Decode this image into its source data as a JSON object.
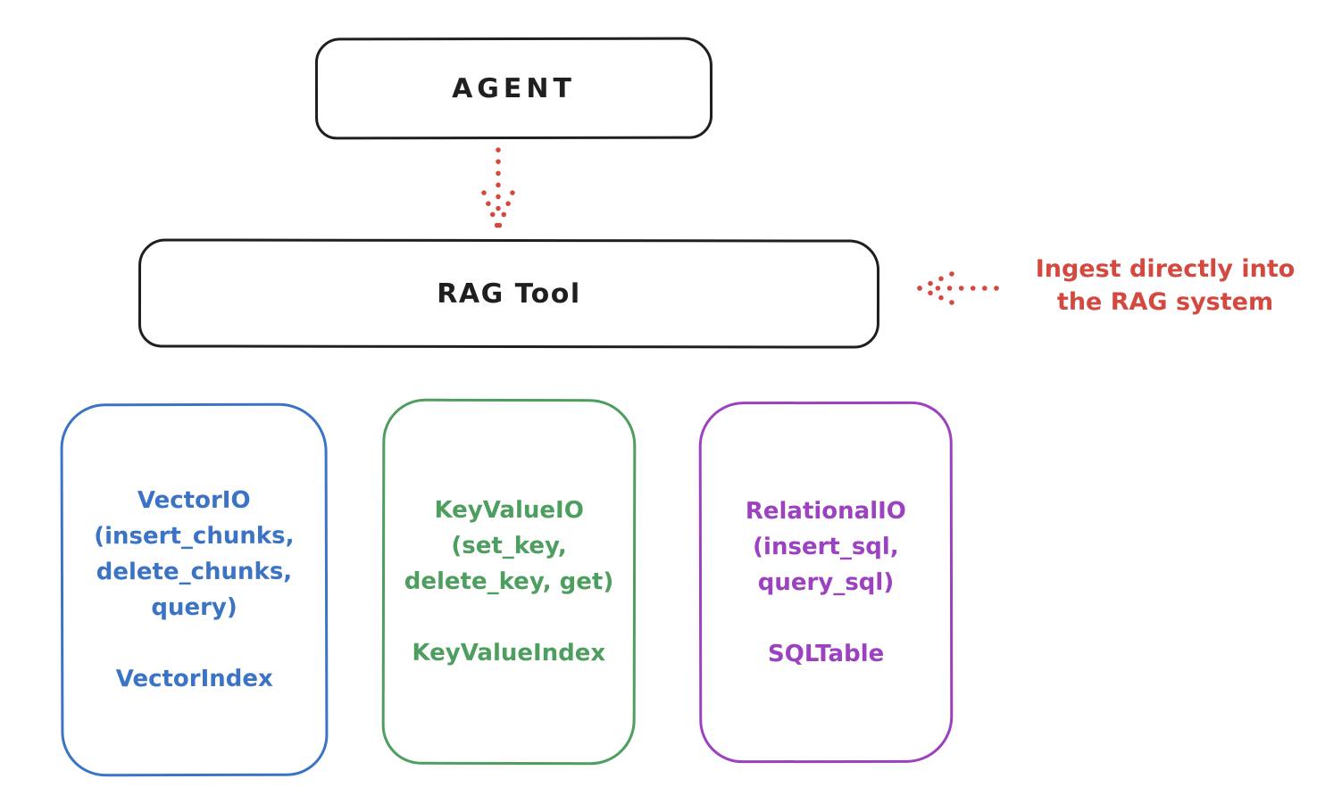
{
  "agent_box": {
    "label": "AGENT"
  },
  "rag_tool_box": {
    "label": "RAG Tool"
  },
  "annotation": {
    "line1": "Ingest directly into",
    "line2": "the RAG system"
  },
  "backends": [
    {
      "name": "vector-io",
      "lines": [
        "VectorIO",
        "(insert_chunks,",
        "delete_chunks,",
        "query)"
      ],
      "index": "VectorIndex",
      "color": "#3b74c5"
    },
    {
      "name": "keyvalue-io",
      "lines": [
        "KeyValueIO",
        "(set_key,",
        "delete_key, get)"
      ],
      "index": "KeyValueIndex",
      "color": "#4d9e5f"
    },
    {
      "name": "relational-io",
      "lines": [
        "RelationalIO",
        "(insert_sql,",
        "query_sql)"
      ],
      "index": "SQLTable",
      "color": "#9c41bf"
    }
  ],
  "colors": {
    "stroke_black": "#1f1f1f",
    "arrow_red": "#d4493f",
    "vector_blue": "#3b74c5",
    "keyvalue_green": "#4d9e5f",
    "relational_purple": "#9c41bf",
    "background": "#ffffff"
  }
}
